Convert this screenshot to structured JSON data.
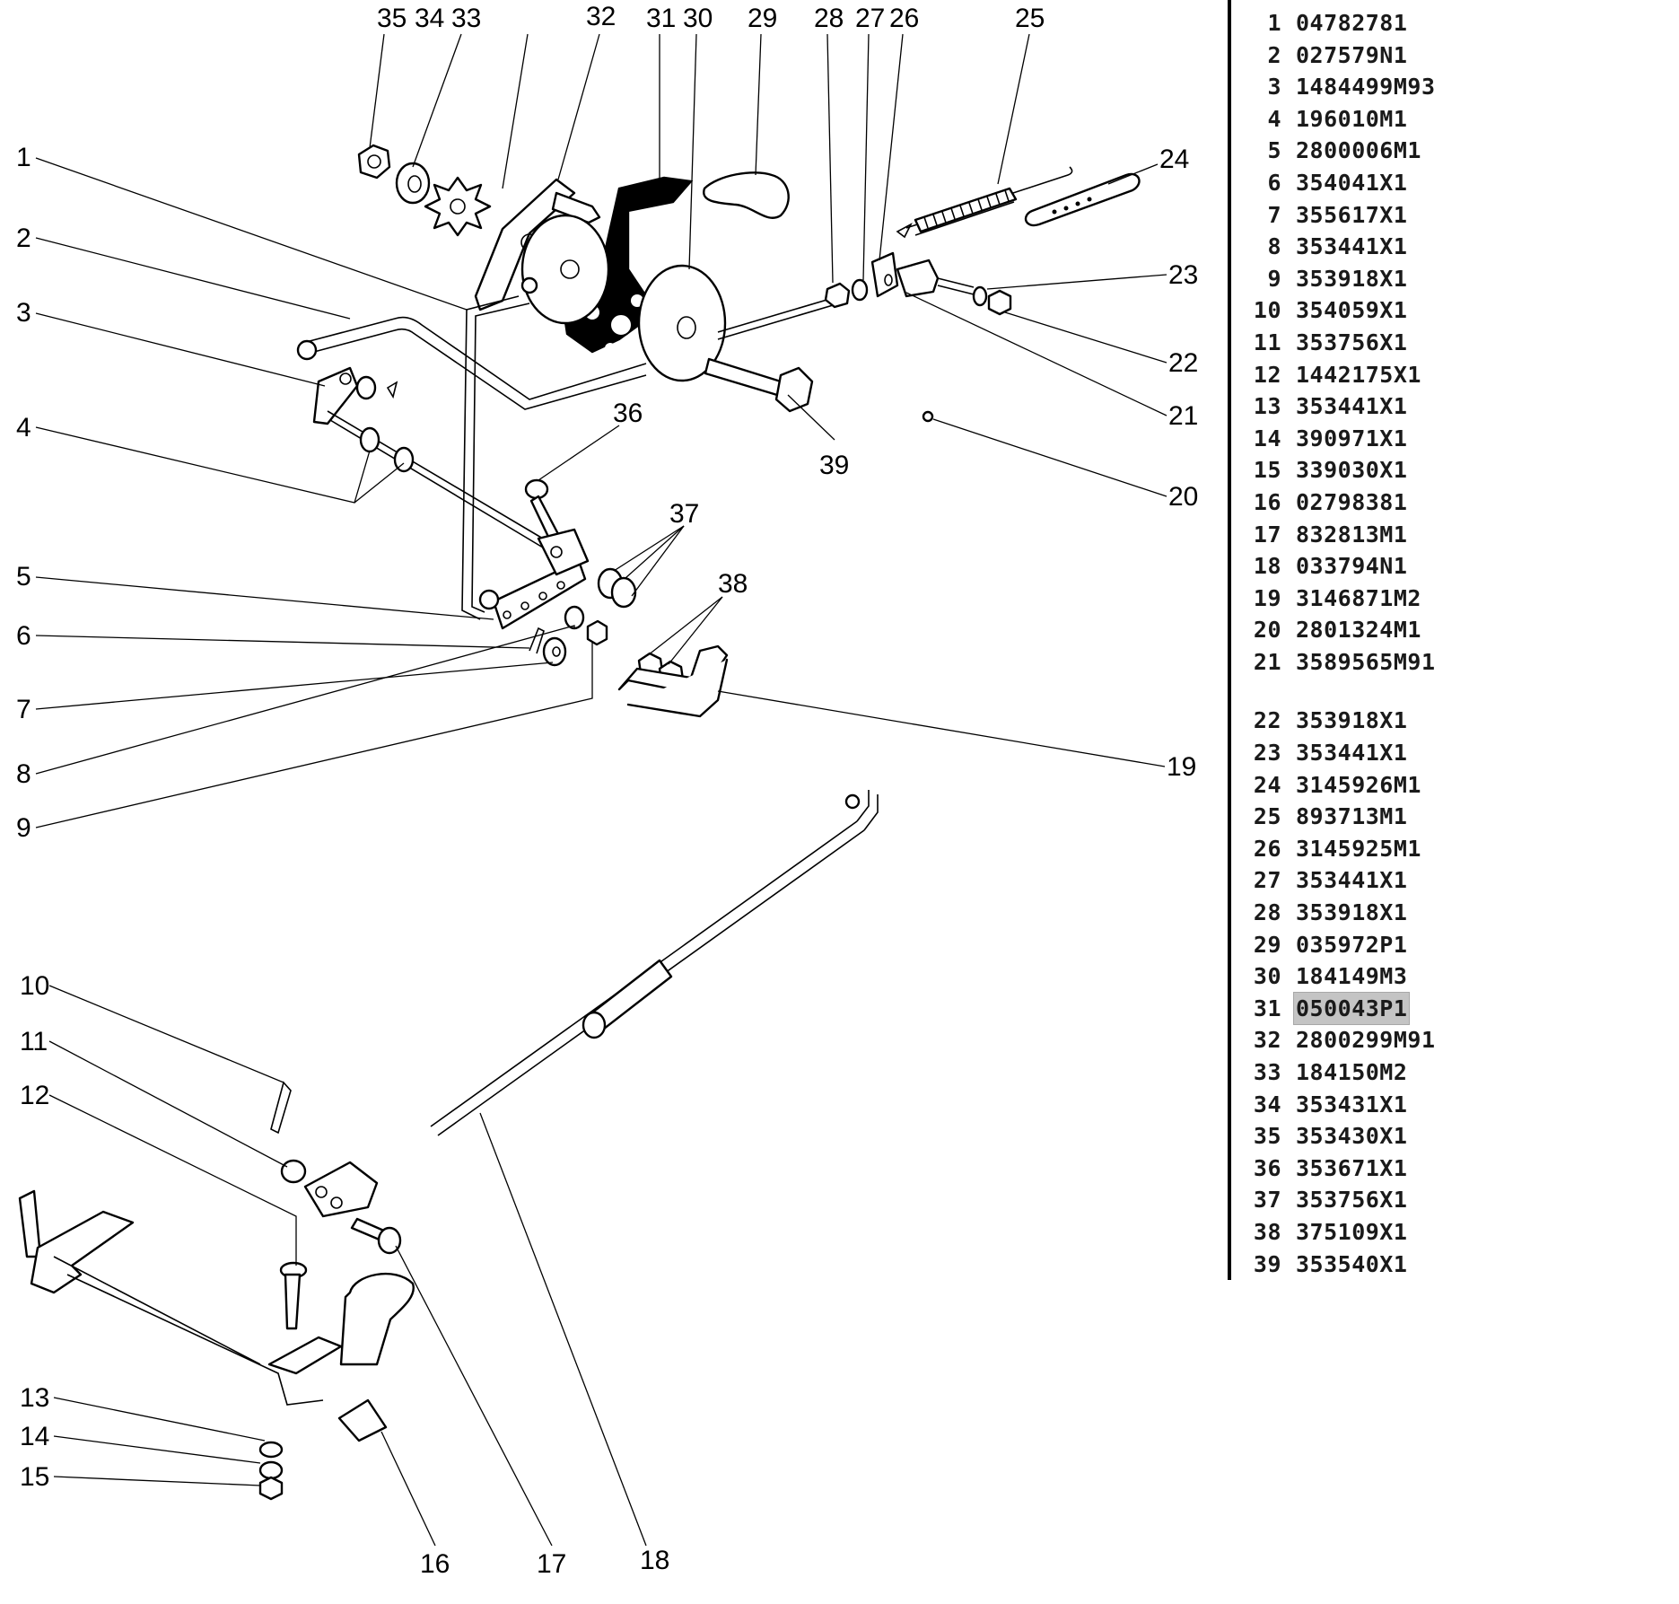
{
  "diagram": {
    "title": "Exploded parts diagram – control linkage assembly",
    "callouts": [
      "1",
      "2",
      "3",
      "4",
      "5",
      "6",
      "7",
      "8",
      "9",
      "10",
      "11",
      "12",
      "13",
      "14",
      "15",
      "16",
      "17",
      "18",
      "19",
      "20",
      "21",
      "22",
      "23",
      "24",
      "25",
      "26",
      "27",
      "28",
      "29",
      "30",
      "31",
      "32",
      "33",
      "34",
      "35",
      "36",
      "37",
      "38",
      "39"
    ]
  },
  "parts_list": {
    "highlight_color": "#c4c4c4",
    "selected_item": "31",
    "group_a": [
      {
        "item": "1",
        "part_number": "04782781"
      },
      {
        "item": "2",
        "part_number": "027579N1"
      },
      {
        "item": "3",
        "part_number": "1484499M93"
      },
      {
        "item": "4",
        "part_number": "196010M1"
      },
      {
        "item": "5",
        "part_number": "2800006M1"
      },
      {
        "item": "6",
        "part_number": "354041X1"
      },
      {
        "item": "7",
        "part_number": "355617X1"
      },
      {
        "item": "8",
        "part_number": "353441X1"
      },
      {
        "item": "9",
        "part_number": "353918X1"
      },
      {
        "item": "10",
        "part_number": "354059X1"
      },
      {
        "item": "11",
        "part_number": "353756X1"
      },
      {
        "item": "12",
        "part_number": "1442175X1"
      },
      {
        "item": "13",
        "part_number": "353441X1"
      },
      {
        "item": "14",
        "part_number": "390971X1"
      },
      {
        "item": "15",
        "part_number": "339030X1"
      },
      {
        "item": "16",
        "part_number": "02798381"
      },
      {
        "item": "17",
        "part_number": "832813M1"
      },
      {
        "item": "18",
        "part_number": "033794N1"
      },
      {
        "item": "19",
        "part_number": "3146871M2"
      },
      {
        "item": "20",
        "part_number": "2801324M1"
      },
      {
        "item": "21",
        "part_number": "3589565M91"
      }
    ],
    "group_b": [
      {
        "item": "22",
        "part_number": "353918X1"
      },
      {
        "item": "23",
        "part_number": "353441X1"
      },
      {
        "item": "24",
        "part_number": "3145926M1"
      },
      {
        "item": "25",
        "part_number": "893713M1"
      },
      {
        "item": "26",
        "part_number": "3145925M1"
      },
      {
        "item": "27",
        "part_number": "353441X1"
      },
      {
        "item": "28",
        "part_number": "353918X1"
      },
      {
        "item": "29",
        "part_number": "035972P1"
      },
      {
        "item": "30",
        "part_number": "184149M3"
      },
      {
        "item": "31",
        "part_number": "050043P1"
      },
      {
        "item": "32",
        "part_number": "2800299M91"
      },
      {
        "item": "33",
        "part_number": "184150M2"
      },
      {
        "item": "34",
        "part_number": "353431X1"
      },
      {
        "item": "35",
        "part_number": "353430X1"
      },
      {
        "item": "36",
        "part_number": "353671X1"
      },
      {
        "item": "37",
        "part_number": "353756X1"
      },
      {
        "item": "38",
        "part_number": "375109X1"
      },
      {
        "item": "39",
        "part_number": "353540X1"
      }
    ]
  }
}
